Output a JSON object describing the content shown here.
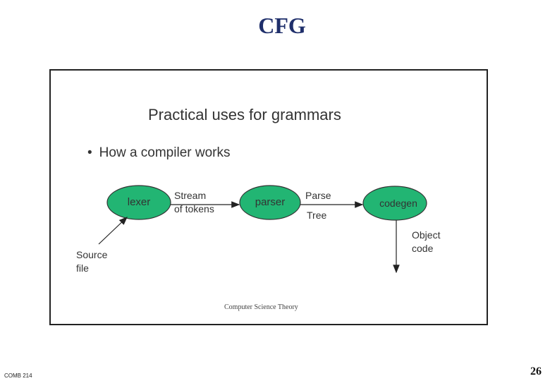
{
  "slide": {
    "title": "CFG",
    "footer": "COMB 214",
    "page_number": "26"
  },
  "figure": {
    "heading": "Practical uses for grammars",
    "bullet": "How a compiler works",
    "bullet_symbol": "•",
    "caption": "Computer Science Theory",
    "node_color": "#22b573",
    "nodes": {
      "lexer": "lexer",
      "parser": "parser",
      "codegen": "codegen"
    },
    "edges": {
      "stream_line1": "Stream",
      "stream_line2": "of tokens",
      "parse_line1": "Parse",
      "parse_line2": "Tree"
    },
    "input": {
      "line1": "Source",
      "line2": "file"
    },
    "output": {
      "line1": "Object",
      "line2": "code"
    }
  }
}
